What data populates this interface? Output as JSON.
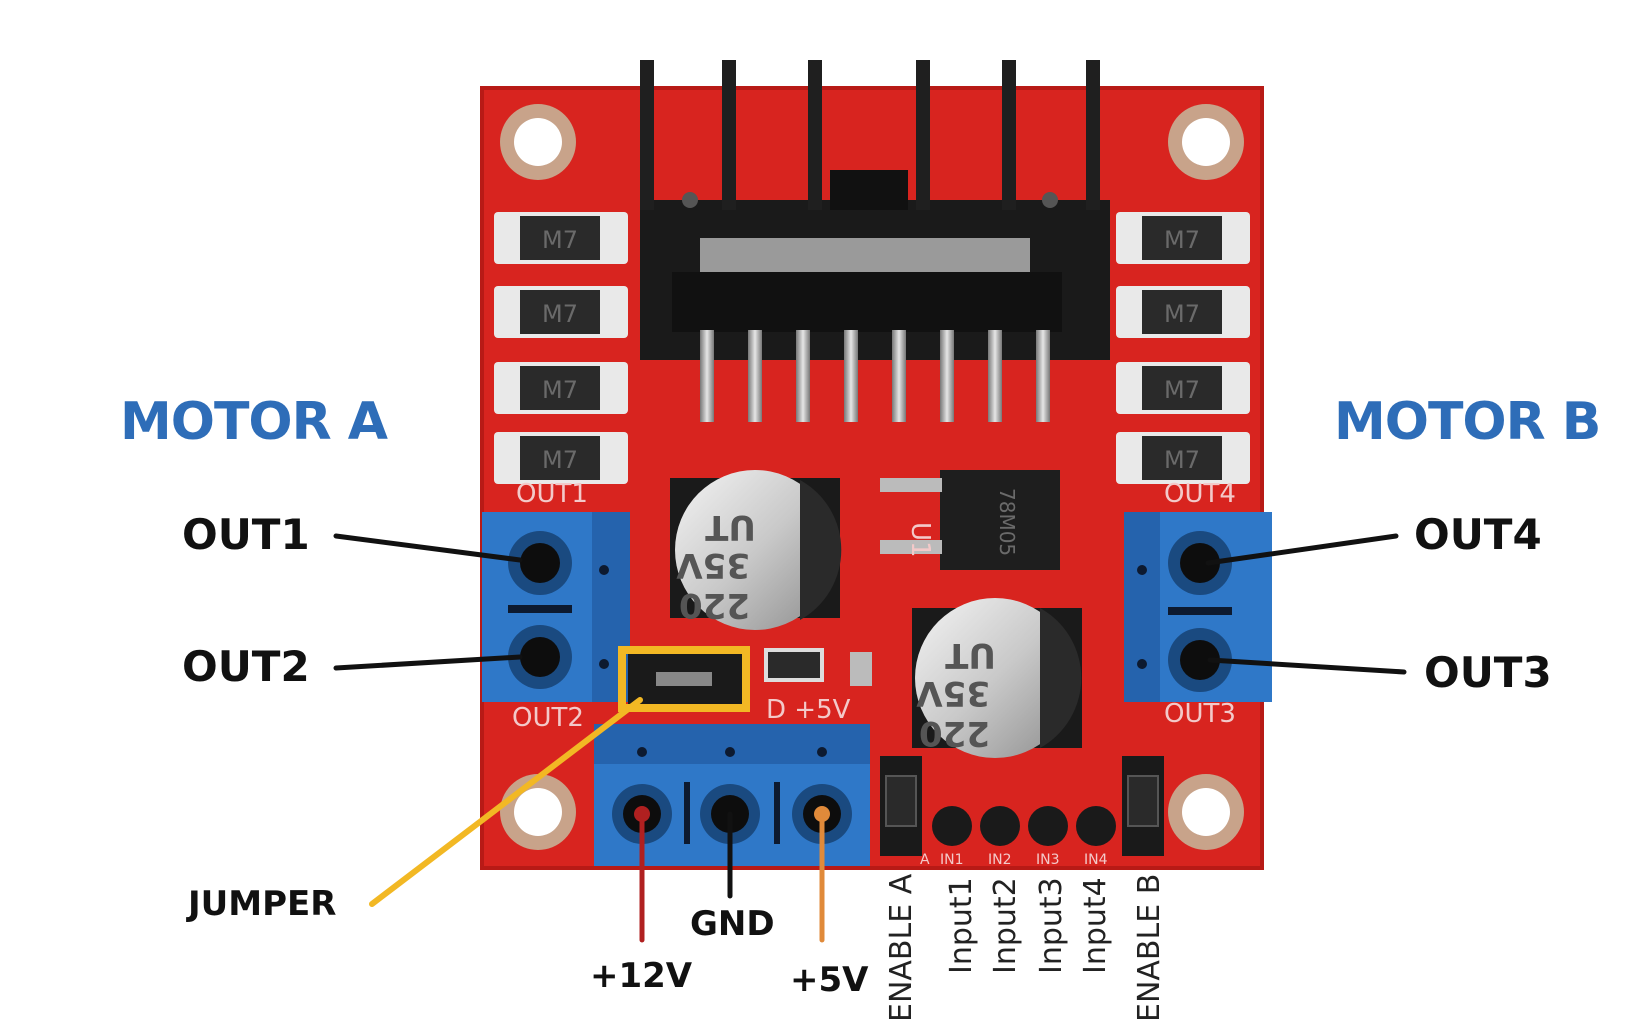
{
  "labels": {
    "motor_a": "MOTOR A",
    "motor_b": "MOTOR B",
    "out1": "OUT1",
    "out2": "OUT2",
    "out3": "OUT3",
    "out4": "OUT4",
    "jumper": "JUMPER",
    "gnd": "GND",
    "v12": "+12V",
    "v5": "+5V",
    "enable_a": "ENABLE A",
    "input1": "Input1",
    "input2": "Input2",
    "input3": "Input3",
    "input4": "Input4",
    "enable_b": "ENABLE B"
  },
  "board_silkscreen": {
    "diode_marks": [
      "M7",
      "M7",
      "M7",
      "M7",
      "M7",
      "M7",
      "M7",
      "M7"
    ],
    "out1": "OUT1",
    "out2": "OUT2",
    "out3": "OUT3",
    "out4": "OUT4",
    "u1": "U1",
    "regulator": "78M05",
    "cap_value": "220",
    "cap_voltage": "35V",
    "cap_brand": "UT",
    "power_marks": "D +5V",
    "header_pins": [
      "A",
      "IN1",
      "IN2",
      "IN3",
      "IN4"
    ]
  },
  "colors": {
    "board": "#d8241f",
    "terminal": "#2f78c8",
    "motor_title": "#2e6db8",
    "jumper_highlight": "#f2b824",
    "wire_12v": "#b02020",
    "wire_5v": "#e08a3a",
    "wire_gnd": "#111111"
  }
}
